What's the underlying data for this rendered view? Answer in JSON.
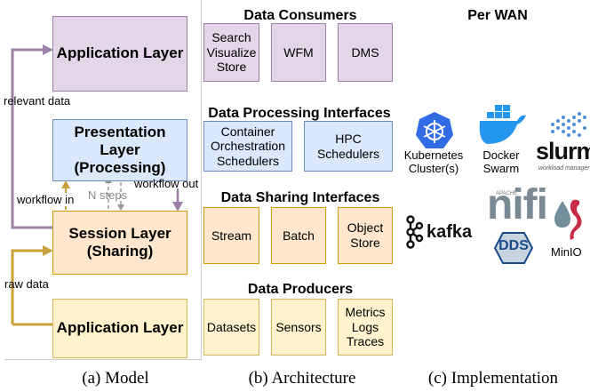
{
  "model": {
    "app_top": "Application Layer",
    "presentation": "Presentation Layer\n(Processing)",
    "session": "Session Layer\n(Sharing)",
    "app_bottom": "Application Layer",
    "relevant_data": "relevant data",
    "raw_data": "raw data",
    "workflow_in": "workflow in",
    "workflow_out": "workflow out",
    "n_steps": "N steps",
    "caption": "(a) Model"
  },
  "architecture": {
    "consumers": {
      "title": "Data Consumers",
      "items": [
        "Search\nVisualize\nStore",
        "WFM",
        "DMS"
      ]
    },
    "processing": {
      "title": "Data Processing Interfaces",
      "items": [
        "Container\nOrchestration\nSchedulers",
        "HPC\nSchedulers"
      ]
    },
    "sharing": {
      "title": "Data Sharing Interfaces",
      "items": [
        "Stream",
        "Batch",
        "Object\nStore"
      ]
    },
    "producers": {
      "title": "Data Producers",
      "items": [
        "Datasets",
        "Sensors",
        "Metrics\nLogs\nTraces"
      ]
    },
    "caption": "(b) Architecture"
  },
  "implementation": {
    "title": "Per WAN",
    "kubernetes": "Kubernetes\nCluster(s)",
    "docker": "Docker\nSwarm",
    "slurm": "slurm",
    "slurm_sub": "workload manager",
    "kafka": "kafka",
    "nifi": "nifi",
    "apache": "APACHE",
    "dds": "DDS",
    "minio": "MinIO",
    "caption": "(c) Implementation"
  },
  "colors": {
    "purple": "#9d7fa8",
    "orange": "#d79b00",
    "yellow_arrow": "#c9a13a",
    "gray": "#999999",
    "kubernetes": "#326ce5",
    "docker": "#2496ed",
    "slurm": "#4a90d9",
    "minio": "#c72c48",
    "dds": "#1a4c8c"
  }
}
